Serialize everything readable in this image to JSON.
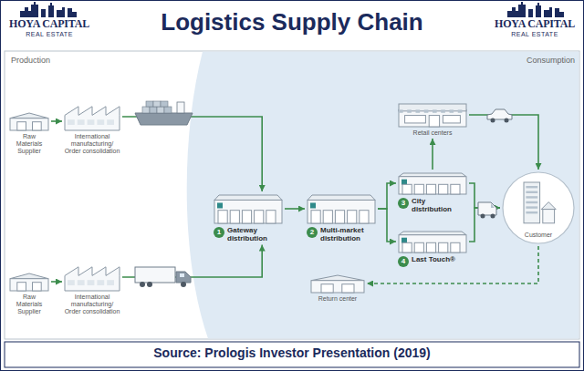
{
  "diagram": {
    "title": "Logistics Supply Chain",
    "caption": "Source: Prologis Investor Presentation (2019)",
    "nodes": [
      {
        "text": [
          "Raw Materials Supplier"
        ]
      },
      {
        "text": [
          "International manufacturing/ Order consolidation"
        ]
      },
      {
        "text": [
          "Raw Materials Supplier"
        ]
      },
      {
        "text": [
          "International manufacturing/ Order consolidation"
        ]
      },
      {
        "text": [
          "1",
          "Gateway distribution"
        ]
      },
      {
        "text": [
          "2",
          "Multi-market distribution"
        ]
      },
      {
        "text": [
          "Retail centers"
        ]
      },
      {
        "text": [
          "3",
          "City distribution"
        ]
      },
      {
        "text": [
          "4",
          "Last Touch®"
        ]
      },
      {
        "text": [
          "Customer"
        ]
      },
      {
        "text": [
          "Return center"
        ]
      }
    ],
    "edges": [
      {
        "from": 0,
        "to": 1,
        "arrow": "to"
      },
      {
        "from": 1,
        "to": 4,
        "arrow": "to"
      },
      {
        "from": 2,
        "to": 3,
        "arrow": "to"
      },
      {
        "from": 3,
        "to": 4,
        "arrow": "to"
      },
      {
        "from": 4,
        "to": 5,
        "arrow": "to"
      },
      {
        "from": 5,
        "to": 7,
        "arrow": "to"
      },
      {
        "from": 5,
        "to": 8,
        "arrow": "to"
      },
      {
        "from": 7,
        "to": 6,
        "arrow": "to"
      },
      {
        "from": 6,
        "to": 9,
        "arrow": "to"
      },
      {
        "from": 7,
        "to": 9,
        "arrow": "to"
      },
      {
        "from": 8,
        "to": 9,
        "arrow": "to"
      },
      {
        "from": 9,
        "to": 10,
        "arrow": "to"
      }
    ],
    "labels": [
      "HOYA CAPITAL",
      "REAL ESTATE",
      "HOYA CAPITAL",
      "REAL ESTATE",
      "Production",
      "Consumption"
    ]
  }
}
